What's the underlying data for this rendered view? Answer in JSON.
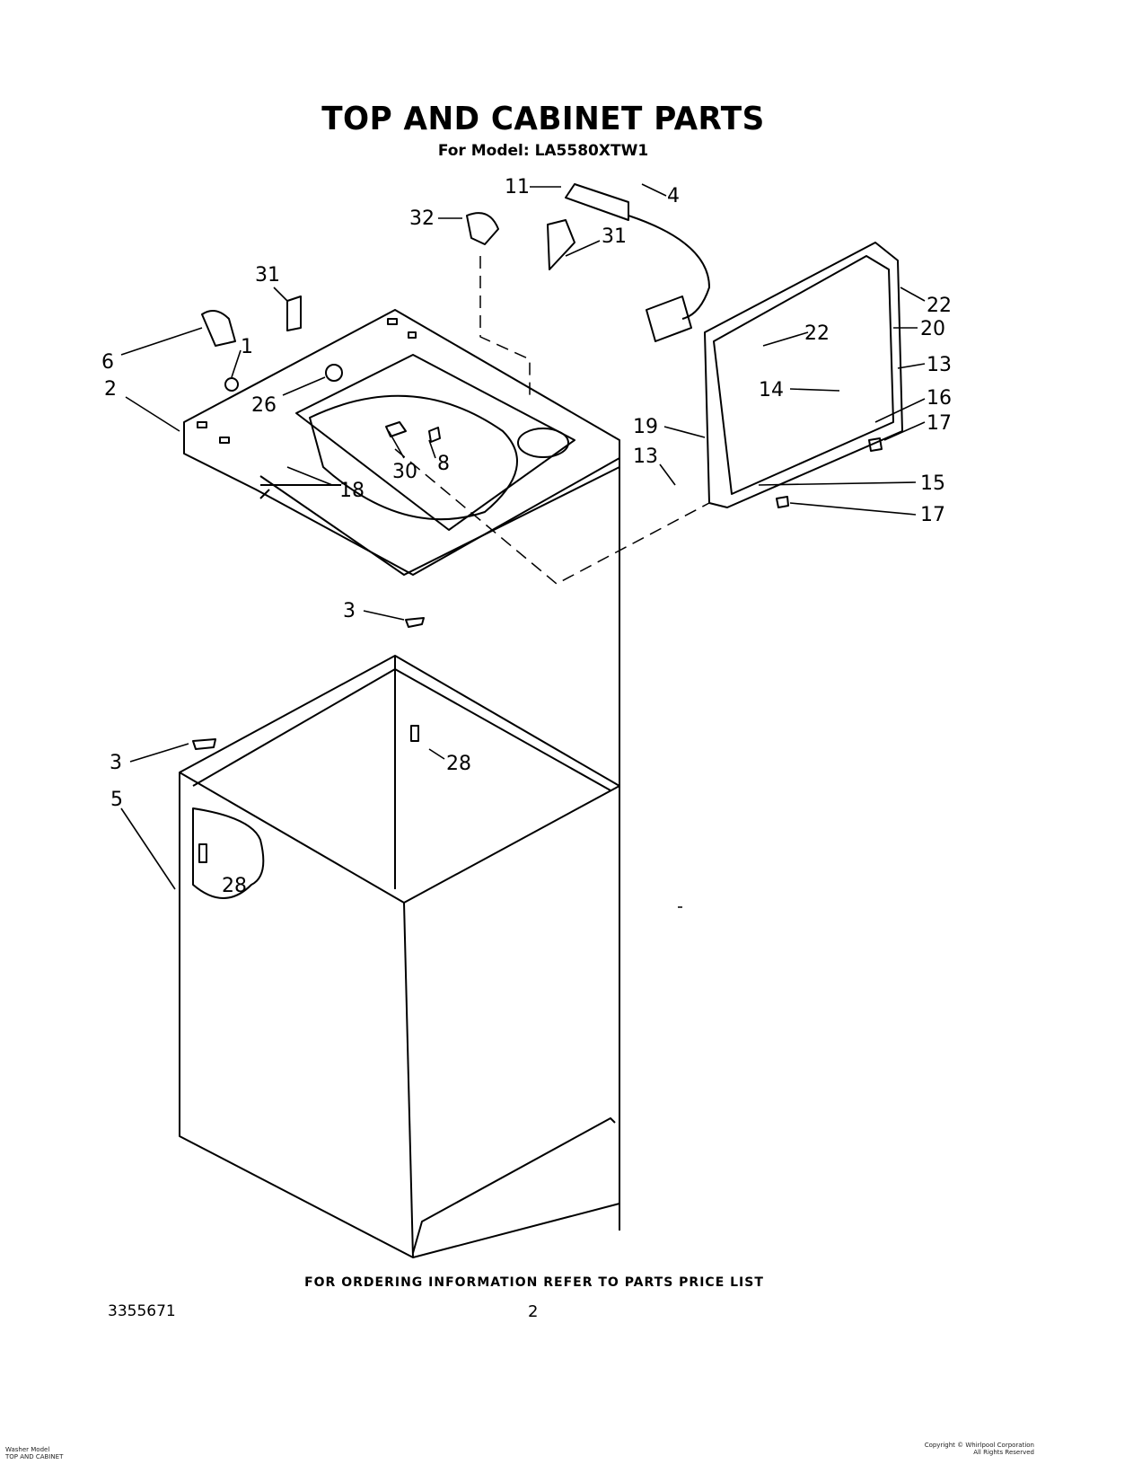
{
  "title": "TOP AND CABINET PARTS",
  "model_line": "For Model: LA5580XTW1",
  "ordering_info": "FOR ORDERING INFORMATION REFER TO PARTS PRICE LIST",
  "part_number": "3355671",
  "page_number": "2",
  "footer_left": [
    "Washer Model",
    "TOP AND CABINET"
  ],
  "footer_right": [
    "Copyright © Whirlpool Corporation",
    "All Rights Reserved"
  ],
  "callouts": {
    "c1": "1",
    "c2": "2",
    "c3a": "3",
    "c3b": "3",
    "c4": "4",
    "c5": "5",
    "c6": "6",
    "c8": "8",
    "c11": "11",
    "c13a": "13",
    "c13b": "13",
    "c14": "14",
    "c15": "15",
    "c16": "16",
    "c17a": "17",
    "c17b": "17",
    "c18": "18",
    "c19": "19",
    "c20": "20",
    "c22a": "22",
    "c22b": "22",
    "c26": "26",
    "c28a": "28",
    "c28b": "28",
    "c30": "30",
    "c31a": "31",
    "c31b": "31",
    "c32": "32"
  }
}
